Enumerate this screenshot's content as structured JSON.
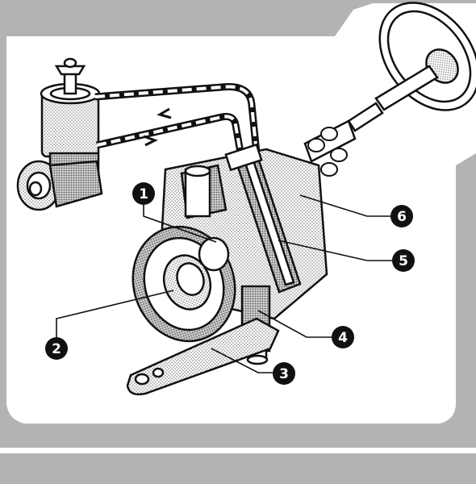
{
  "diagram": {
    "colors": {
      "background_gray": "#b3b3b3",
      "panel_white": "#ffffff",
      "line_black": "#111111",
      "shade_gray": "#d4d4d4"
    },
    "callouts": [
      {
        "id": "1",
        "label": "1"
      },
      {
        "id": "2",
        "label": "2"
      },
      {
        "id": "3",
        "label": "3"
      },
      {
        "id": "4",
        "label": "4"
      },
      {
        "id": "5",
        "label": "5"
      },
      {
        "id": "6",
        "label": "6"
      }
    ]
  }
}
